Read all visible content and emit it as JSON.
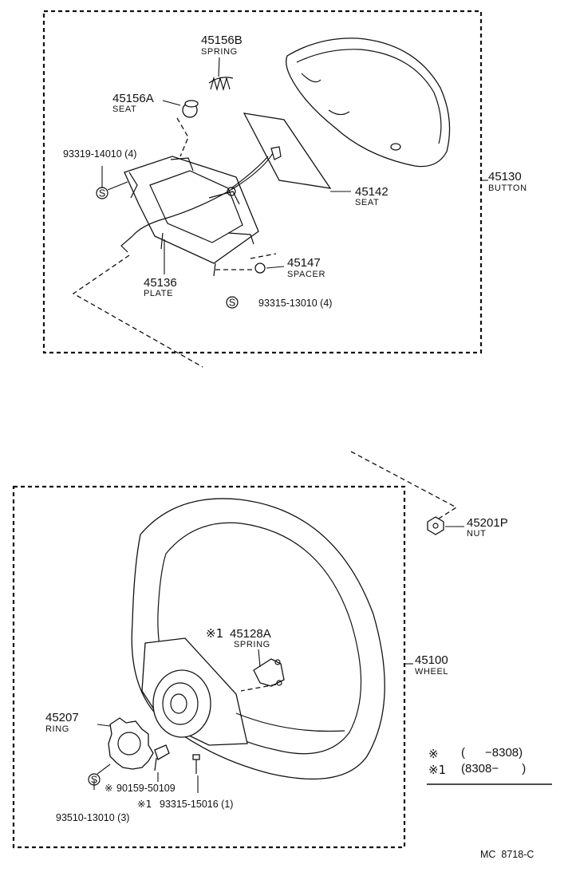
{
  "upper_group": {
    "assembly": {
      "number": "45130",
      "name": "BUTTON"
    },
    "parts": [
      {
        "id": "spring-45156b",
        "number": "45156B",
        "name": "SPRING"
      },
      {
        "id": "seat-45156a",
        "number": "45156A",
        "name": "SEAT"
      },
      {
        "id": "screw-93319",
        "number": "93319-14010 (4)",
        "name": ""
      },
      {
        "id": "seat-45142",
        "number": "45142",
        "name": "SEAT"
      },
      {
        "id": "spacer-45147",
        "number": "45147",
        "name": "SPACER"
      },
      {
        "id": "plate-45136",
        "number": "45136",
        "name": "PLATE"
      },
      {
        "id": "screw-93315-13010",
        "number": "93315-13010 (4)",
        "name": ""
      }
    ]
  },
  "lower_group": {
    "assembly": {
      "number": "45100",
      "name": "WHEEL"
    },
    "parts": [
      {
        "id": "nut-45201p",
        "number": "45201P",
        "name": "NUT"
      },
      {
        "id": "spring-45128a",
        "number": "45128A",
        "name": "SPRING",
        "mark": "※1"
      },
      {
        "id": "ring-45207",
        "number": "45207",
        "name": "RING"
      },
      {
        "id": "bolt-90159",
        "number": "90159-50109",
        "name": "",
        "mark": "※"
      },
      {
        "id": "screw-93315-15016",
        "number": "93315-15016 (1)",
        "name": "",
        "mark": "※1"
      },
      {
        "id": "screw-93510",
        "number": "93510-13010 (3)",
        "name": ""
      }
    ]
  },
  "standard_symbol": "S",
  "legend": [
    {
      "mark": "※",
      "range": "(      −8308)"
    },
    {
      "mark": "※1",
      "range": "(8308−       )"
    }
  ],
  "figure_code": "MC  8718-C"
}
